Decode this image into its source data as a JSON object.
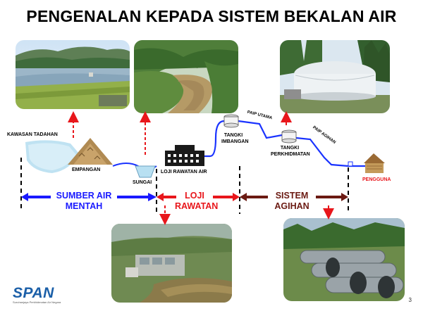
{
  "slide": {
    "title": "PENGENALAN KEPADA SISTEM BEKALAN AIR",
    "page_number": "3"
  },
  "labels": {
    "kawasan_tadahan": "KAWASAN TADAHAN",
    "empangan": "EMPANGAN",
    "sungai": "SUNGAI",
    "loji_rawatan_air": "LOJI RAWATAN AIR",
    "tangki_imbangan_1": "TANGKI",
    "tangki_imbangan_2": "IMBANGAN",
    "paip_utama": "PAIP UTAMA",
    "tangki_perkhidmatan_1": "TANGKI",
    "tangki_perkhidmatan_2": "PERKHIDMATAN",
    "paip_agihan": "PAIP AGIHAN",
    "pengguna": "PENGGUNA"
  },
  "segments": {
    "sumber_line1": "SUMBER AIR",
    "sumber_line2": "MENTAH",
    "loji_line1": "LOJI",
    "loji_line2": "RAWATAN",
    "sistem_line1": "SISTEM",
    "sistem_line2": "AGIHAN"
  },
  "colors": {
    "sumber": "#1a1aff",
    "loji": "#e8161b",
    "sistem": "#6b1a12",
    "pengguna": "#e8161b",
    "pipe": "#1a33ff"
  },
  "logo": {
    "name": "SPAN",
    "tagline": "Suruhanjaya Perkhidmatan Air Negara"
  }
}
